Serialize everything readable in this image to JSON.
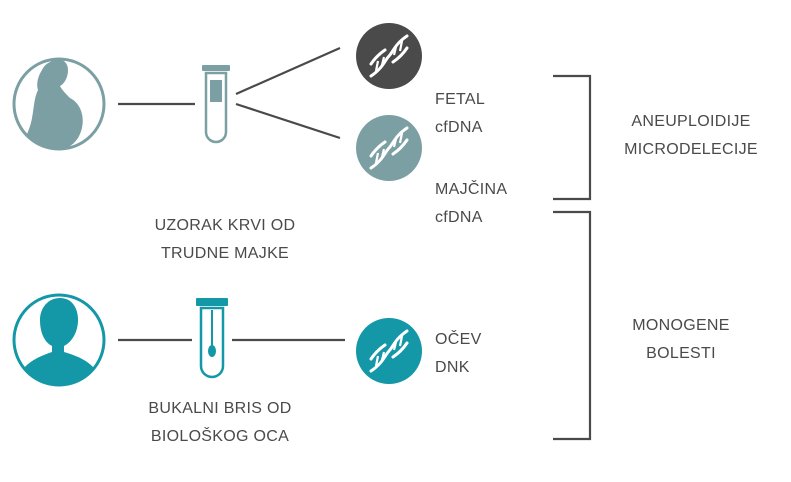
{
  "colors": {
    "mother": "#7c9fa3",
    "father": "#1497a6",
    "fetal_dna": "#4a4a4a",
    "maternal_dna": "#7c9fa3",
    "paternal_dna": "#1497a6",
    "line": "#4a4a4a",
    "text": "#4a4a4a"
  },
  "icons": {
    "mother": "pregnant-woman-icon",
    "father": "man-silhouette-icon",
    "tube_blood": "test-tube-icon",
    "tube_swab": "swab-tube-icon",
    "dna": "dna-helix-icon"
  },
  "labels": {
    "blood_sample": [
      "UZORAK KRVI OD",
      "TRUDNE MAJKE"
    ],
    "buccal_swab": [
      "BUKALNI BRIS OD",
      "BIOLOŠKOG OCA"
    ],
    "fetal": [
      "FETAL",
      "cfDNA"
    ],
    "maternal": [
      "MAJČINA",
      "cfDNA"
    ],
    "paternal": [
      "OČEV",
      "DNK"
    ],
    "aneuploidy": [
      "ANEUPLOIDIJE",
      "MICRODELECIJE"
    ],
    "monogenic": [
      "MONOGENE",
      "BOLESTI"
    ]
  }
}
